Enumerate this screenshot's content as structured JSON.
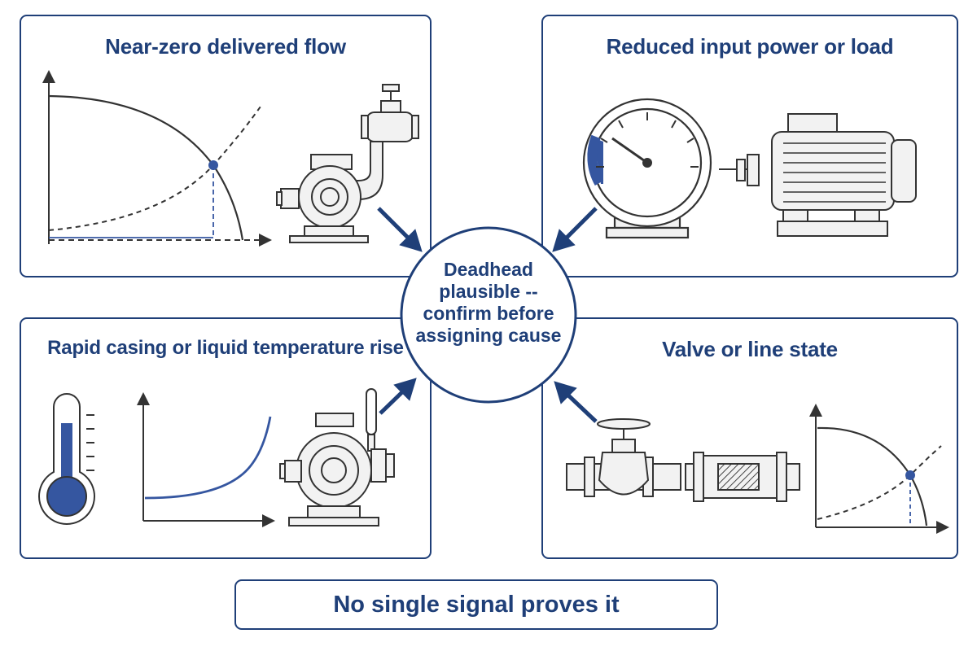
{
  "panels": {
    "top_left": {
      "title": "Near-zero delivered flow"
    },
    "top_right": {
      "title": "Reduced input power or load"
    },
    "bottom_left": {
      "title": "Rapid casing or liquid temperature rise"
    },
    "bottom_right": {
      "title": "Valve or line state"
    }
  },
  "center": {
    "lines": [
      "Deadhead",
      "plausible --",
      "confirm before",
      "assigning cause"
    ]
  },
  "footer": {
    "text": "No single signal proves it"
  },
  "colors": {
    "accent": "#1f3f78",
    "highlight": "#3556a0",
    "line": "#333333",
    "fill": "#f2f2f2"
  },
  "icons": [
    "pump-curve-chart",
    "centrifugal-pump-icon",
    "gate-valve-icon",
    "power-gauge-icon",
    "electric-motor-icon",
    "thermometer-icon",
    "temperature-rise-chart",
    "strainer-icon",
    "arrow-icon"
  ]
}
